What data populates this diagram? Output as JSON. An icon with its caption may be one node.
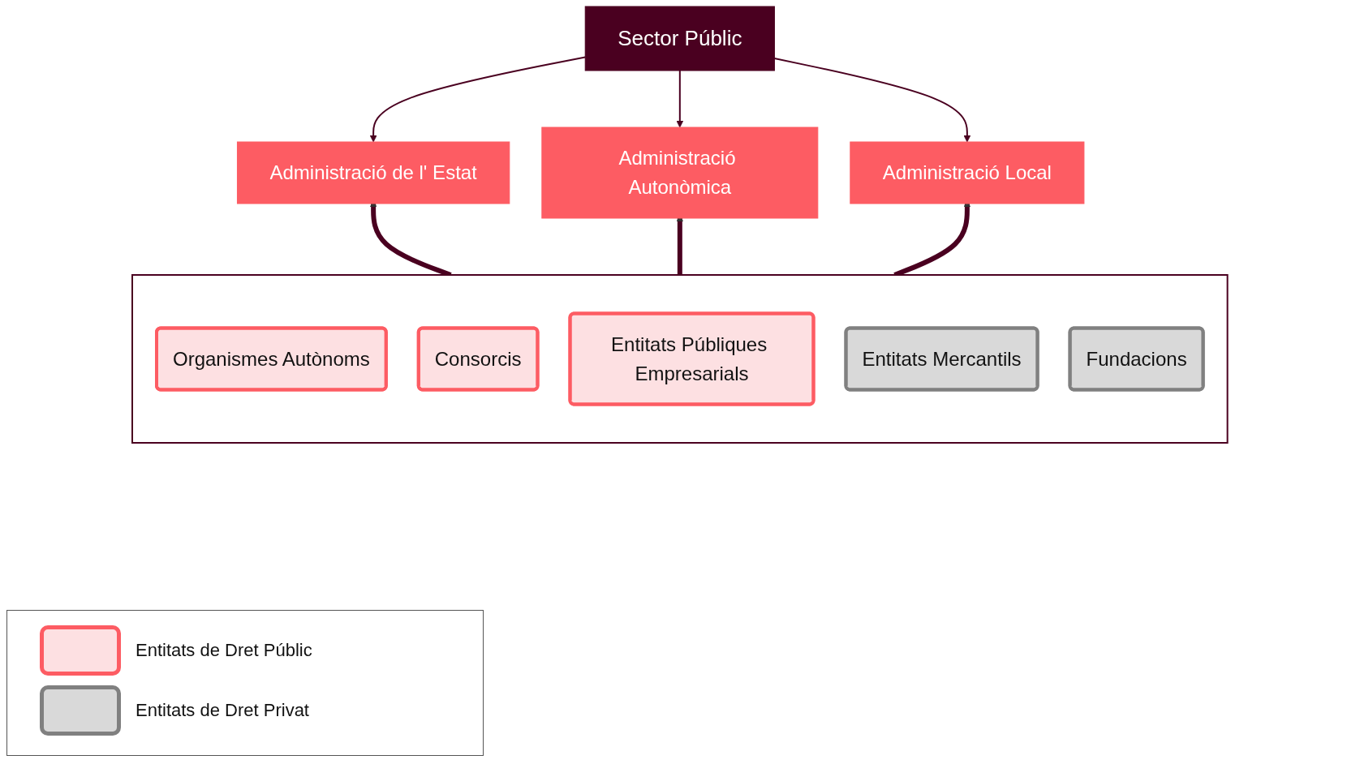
{
  "diagram": {
    "nodes": [
      {
        "text": [
          "Sector Públic"
        ]
      },
      {
        "text": [
          "Administració de l' Estat"
        ]
      },
      {
        "text": [
          "Administració Autonòmica"
        ]
      },
      {
        "text": [
          "Administració Local"
        ]
      },
      {
        "text": [],
        "shape": "box"
      },
      {
        "text": [
          "Organismes Autònoms"
        ],
        "in": 4
      },
      {
        "text": [
          "Consorcis"
        ],
        "in": 4
      },
      {
        "text": [
          "Entitats Públiques Empresarials"
        ],
        "in": 4
      },
      {
        "text": [
          "Entitats Mercantils"
        ],
        "in": 4
      },
      {
        "text": [
          "Fundacions"
        ],
        "in": 4
      }
    ],
    "edges": [
      {
        "from": 0,
        "to": 1,
        "arrow": "to"
      },
      {
        "from": 0,
        "to": 2,
        "arrow": "to"
      },
      {
        "from": 0,
        "to": 3,
        "arrow": "to"
      },
      {
        "from": 4,
        "to": 1,
        "arrow": "to",
        "style": "thick"
      },
      {
        "from": 4,
        "to": 2,
        "arrow": "to",
        "style": "thick"
      },
      {
        "from": 4,
        "to": 3,
        "arrow": "to",
        "style": "thick"
      }
    ],
    "legend": [
      {
        "text": "Entitats de Dret Públic",
        "color": "#fde0e2"
      },
      {
        "text": "Entitats de Dret Privat",
        "color": "#d9d9d9"
      }
    ]
  }
}
